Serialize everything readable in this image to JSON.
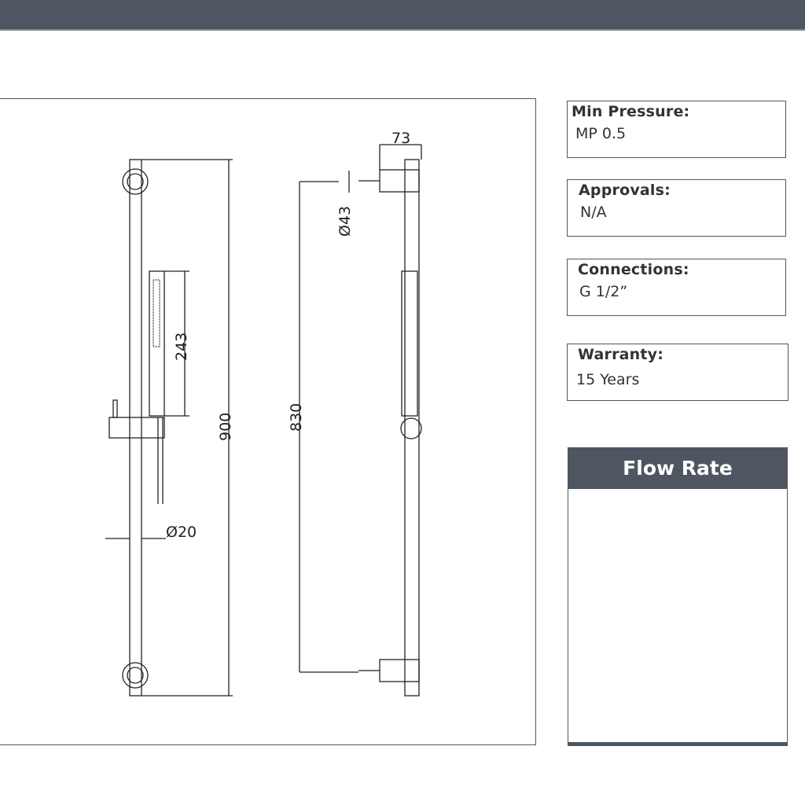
{
  "drawing": {
    "dim_total_height": "900",
    "dim_handset_length": "243",
    "dim_rail_diameter": "Ø20",
    "dim_bracket_spacing": "830",
    "dim_bracket_depth": "73",
    "dim_bracket_diameter": "Ø43"
  },
  "specs": [
    {
      "label": "Min Pressure:",
      "value": "MP 0.5"
    },
    {
      "label": "Approvals:",
      "value": "N/A"
    },
    {
      "label": "Connections:",
      "value": "G 1/2”"
    },
    {
      "label": "Warranty:",
      "value": "15 Years"
    }
  ],
  "flow_rate": {
    "title": "Flow Rate"
  },
  "colors": {
    "header": "#4e5761",
    "line": "#222222"
  }
}
